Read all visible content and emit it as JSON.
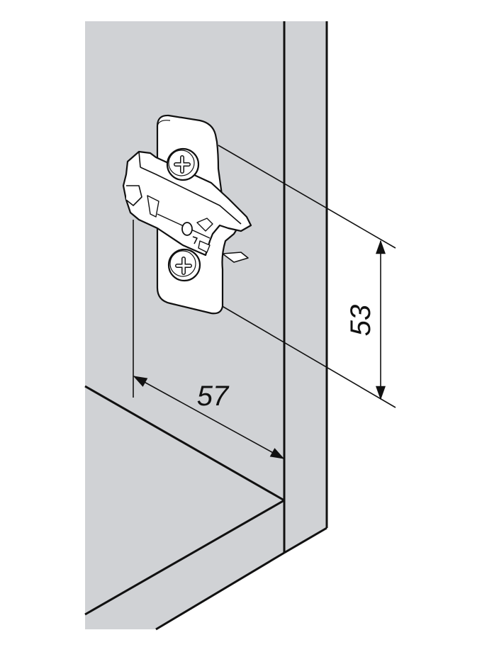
{
  "diagram": {
    "subject": "Cabinet hinge mounting plate on cabinet side panel",
    "colors": {
      "panel_fill": "#d0d2d5",
      "line": "#111111",
      "background": "#ffffff",
      "plate_fill": "#ffffff"
    },
    "dimensions": {
      "vertical_spacing": {
        "label": "53",
        "description": "distance between mounting screws"
      },
      "setback": {
        "label": "57",
        "description": "distance from front edge of cabinet"
      }
    },
    "components": [
      {
        "name": "cabinet-side-panel"
      },
      {
        "name": "cabinet-front-edge"
      },
      {
        "name": "bottom-shelf"
      },
      {
        "name": "mounting-plate"
      },
      {
        "name": "top-screw"
      },
      {
        "name": "bottom-screw"
      }
    ]
  }
}
